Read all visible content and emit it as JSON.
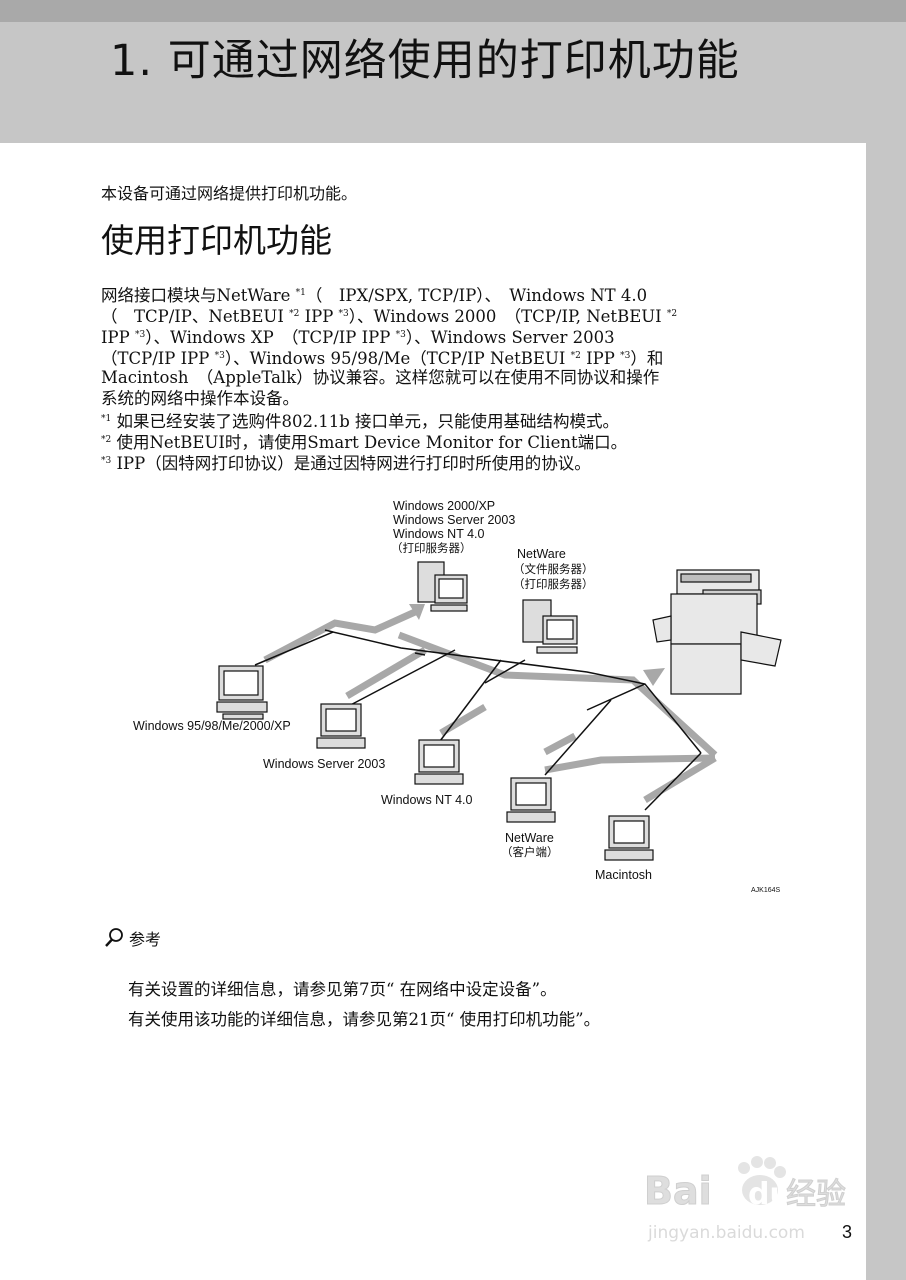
{
  "header": {
    "chapter_title": "1. 可通过网络使用的打印机功能"
  },
  "intro": "本设备可通过网络提供打印机功能。",
  "section": {
    "title": "使用打印机功能"
  },
  "body": {
    "l1": {
      "a": "网络接口模块与NetWare ",
      "s1": "*1",
      "b": "（　IPX/SPX, TCP/IP）、　Windows NT 4.0"
    },
    "l2": {
      "a": "（　TCP/IP、NetBEUI ",
      "s1": "*2",
      "b": " IPP ",
      "s2": "*3",
      "c": "）、Windows 2000　（TCP/IP, NetBEUI ",
      "s3": "*2"
    },
    "l3": {
      "a": "IPP ",
      "s1": "*3",
      "b": "）、Windows XP　（TCP/IP IPP ",
      "s2": "*3",
      "c": "）、Windows Server 2003"
    },
    "l4": {
      "a": "（TCP/IP IPP ",
      "s1": "*3",
      "b": "）、Windows 95/98/Me（TCP/IP NetBEUI ",
      "s2": "*2",
      "c": " IPP ",
      "s3": "*3",
      "d": "）和"
    },
    "l5": "Macintosh　（AppleTalk）协议兼容。这样您就可以在使用不同协议和操作",
    "l6": "系统的网络中操作本设备。",
    "notes": [
      {
        "mark": "*1",
        "text": " 如果已经安装了选购件802.11b 接口单元，只能使用基础结构模式。"
      },
      {
        "mark": "*2",
        "text": " 使用NetBEUI时，请使用Smart Device Monitor for Client端口。"
      },
      {
        "mark": "*3",
        "text": " IPP（因特网打印协议）是通过因特网进行打印时所使用的协议。"
      }
    ]
  },
  "diagram": {
    "server_win": [
      "Windows 2000/XP",
      "Windows Server 2003",
      "Windows NT 4.0",
      "（打印服务器）"
    ],
    "server_netware": [
      "NetWare",
      "（文件服务器）",
      "（打印服务器）"
    ],
    "clients": {
      "win9x": "Windows 95/98/Me/2000/XP",
      "server2003": "Windows Server 2003",
      "nt4": "Windows NT 4.0",
      "netware": [
        "NetWare",
        "（客户端）"
      ],
      "mac": "Macintosh"
    },
    "figure_code": "AJK164S"
  },
  "reference": {
    "title": "参考",
    "lines": [
      "有关设置的详细信息，请参见第7页“ 在网络中设定设备”。",
      "有关使用该功能的详细信息，请参见第21页“ 使用打印机功能”。"
    ]
  },
  "watermark": {
    "brand": "Bai",
    "brand2": "du",
    "cn": "经验",
    "url": "jingyan.baidu.com"
  },
  "page_number": "3",
  "colors": {
    "header_gray": "#c6c6c6",
    "arrow_gray": "#a8a8a8"
  }
}
